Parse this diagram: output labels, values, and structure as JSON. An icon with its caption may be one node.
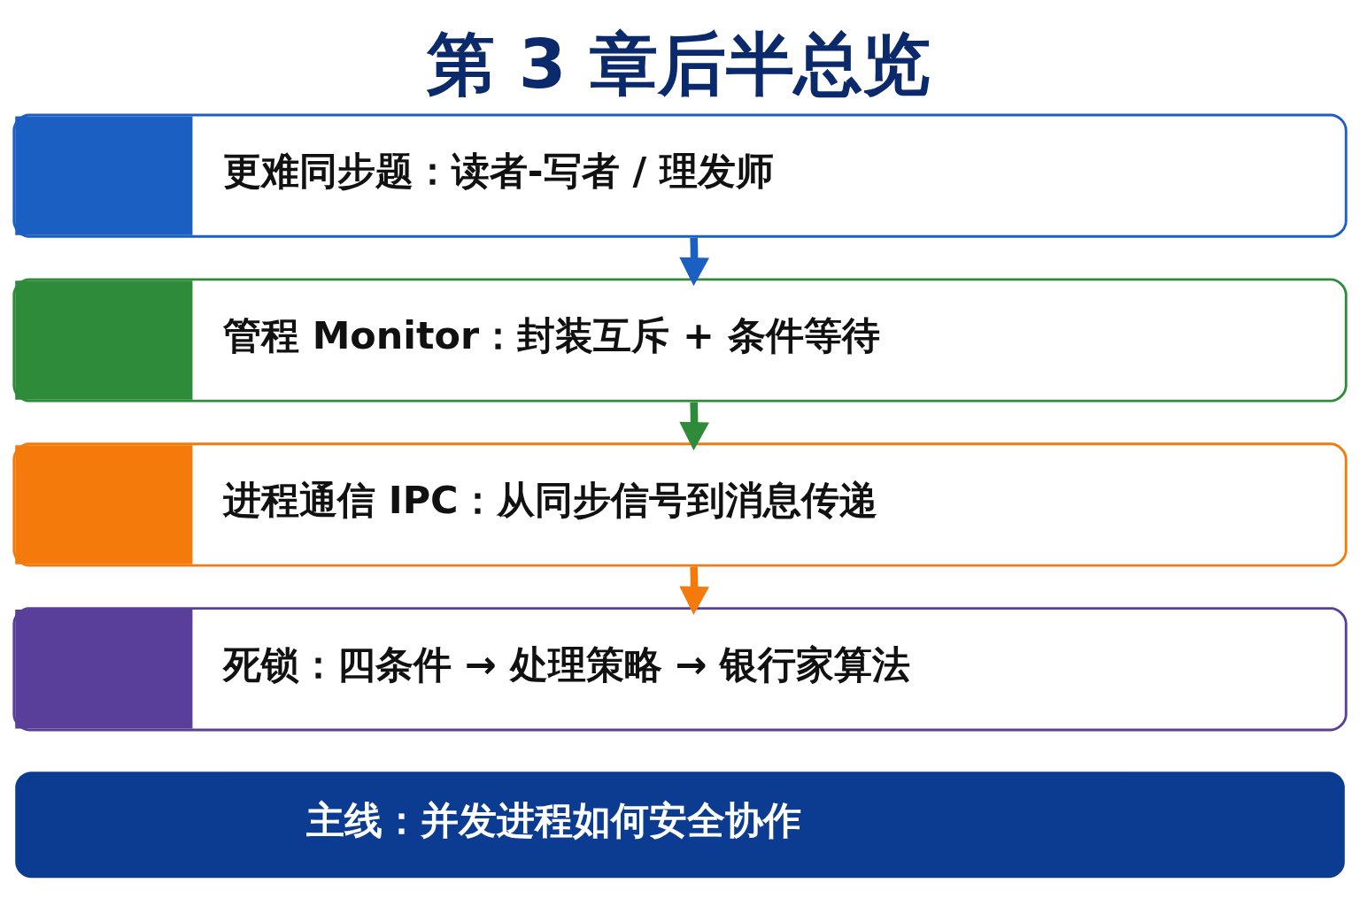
{
  "diagram": {
    "title": "第 3 章后半总览",
    "nodes": [
      {
        "text": [
          "更难同步题：读者-写者 / 理发师"
        ]
      },
      {
        "text": [
          "管程 Monitor：封装互斥 + 条件等待"
        ]
      },
      {
        "text": [
          "进程通信 IPC：从同步信号到消息传递"
        ]
      },
      {
        "text": [
          "死锁：四条件 → 处理策略 → 银行家算法"
        ]
      },
      {
        "text": [
          "主线：并发进程如何安全协作"
        ]
      }
    ],
    "edges": [
      {
        "from": 0,
        "to": 1,
        "arrow": "to",
        "color": "#1a5fc1"
      },
      {
        "from": 1,
        "to": 2,
        "arrow": "to",
        "color": "#2e8b3a"
      },
      {
        "from": 2,
        "to": 3,
        "arrow": "to",
        "color": "#f47a0c"
      }
    ]
  }
}
